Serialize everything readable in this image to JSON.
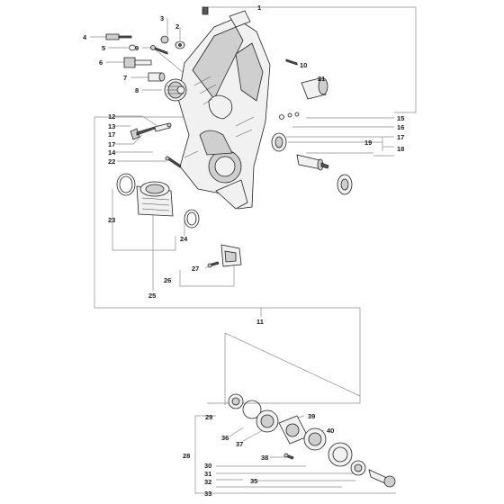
{
  "diagram": {
    "labels": [
      "1",
      "2",
      "3",
      "4",
      "5",
      "6",
      "7",
      "8",
      "9",
      "10",
      "11",
      "12",
      "13",
      "14",
      "15",
      "16",
      "17",
      "17",
      "17",
      "18",
      "19",
      "21",
      "22",
      "23",
      "24",
      "25",
      "26",
      "27",
      "28",
      "29",
      "30",
      "31",
      "32",
      "33",
      "35",
      "36",
      "37",
      "38",
      "39",
      "40"
    ]
  }
}
